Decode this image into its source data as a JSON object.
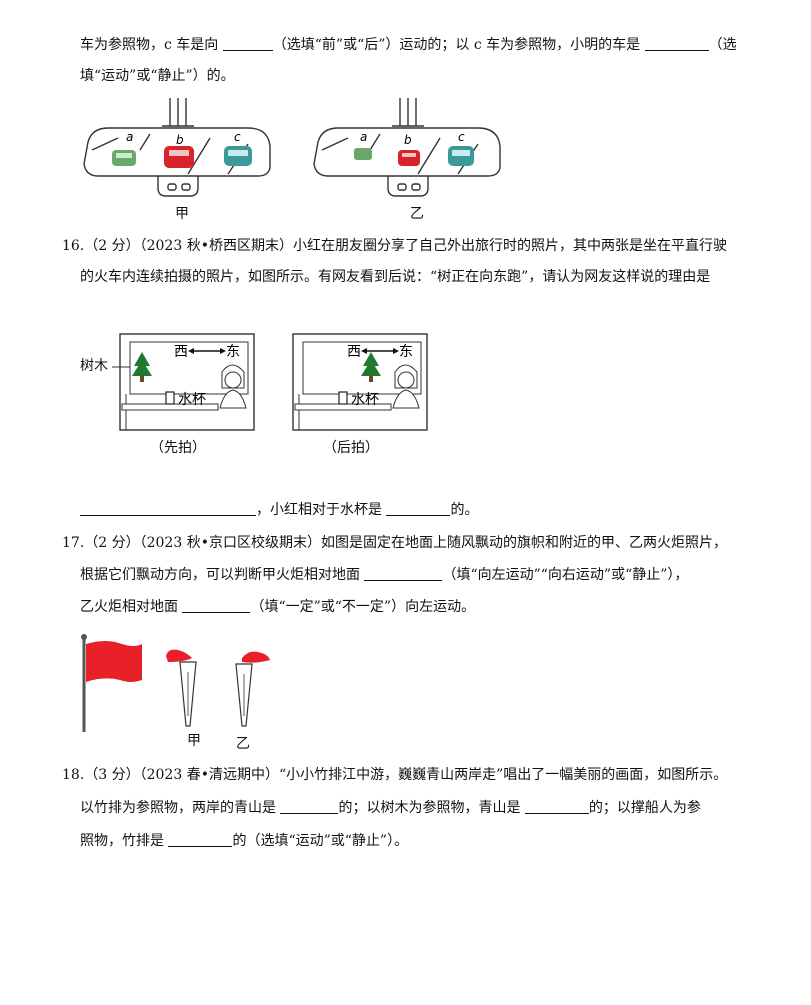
{
  "q15": {
    "line1_a": "车为参照物，c 车是向 ",
    "line1_b": "（选填“前”或“后”）运动的；以 c 车为参照物，小明的车是 ",
    "line1_c": "（选",
    "line2": "填“运动”或“静止”）的。",
    "car_a": "a",
    "car_b": "b",
    "car_c": "c",
    "caption_left": "甲",
    "caption_right": "乙"
  },
  "q16": {
    "line1": "16.（2 分）（2023 秋•桥西区期末）小红在朋友圈分享了自己外出旅行时的照片，其中两张是坐在平直行驶",
    "line2": "的火车内连续拍摄的照片，如图所示。有网友看到后说：“树正在向东跑”，请认为网友这样说的理由是",
    "tree_label": "树木",
    "west": "西",
    "east": "东",
    "cup_label": "水杯",
    "caption_first": "（先拍）",
    "caption_second": "（后拍）",
    "answer_a": "，小红相对于水杯是 ",
    "answer_b": "的。"
  },
  "q17": {
    "line1": "17.（2 分）（2023 秋•京口区校级期末）如图是固定在地面上随风飘动的旗帜和附近的甲、乙两火炬照片，",
    "line2_a": "根据它们飘动方向，可以判断甲火炬相对地面 ",
    "line2_b": "（填“向左运动”“向右运动”或“静止”），",
    "line3_a": "乙火炬相对地面 ",
    "line3_b": "（填“一定”或“不一定”）向左运动。",
    "torch_jia": "甲",
    "torch_yi": "乙"
  },
  "q18": {
    "line1": "18.（3 分）（2023 春•清远期中）“小小竹排江中游，巍巍青山两岸走”唱出了一幅美丽的画面，如图所示。",
    "line2_a": "以竹排为参照物，两岸的青山是 ",
    "line2_b": "的；以树木为参照物，青山是 ",
    "line2_c": "的；以撑船人为参",
    "line3_a": "照物，竹排是 ",
    "line3_b": "的（选填“运动”或“静止”）。"
  },
  "colors": {
    "car_green": "#6aa86a",
    "car_red": "#d8232a",
    "car_teal": "#3a9a9a",
    "flag_red": "#e8202a",
    "tree_green": "#1f7a2f"
  }
}
